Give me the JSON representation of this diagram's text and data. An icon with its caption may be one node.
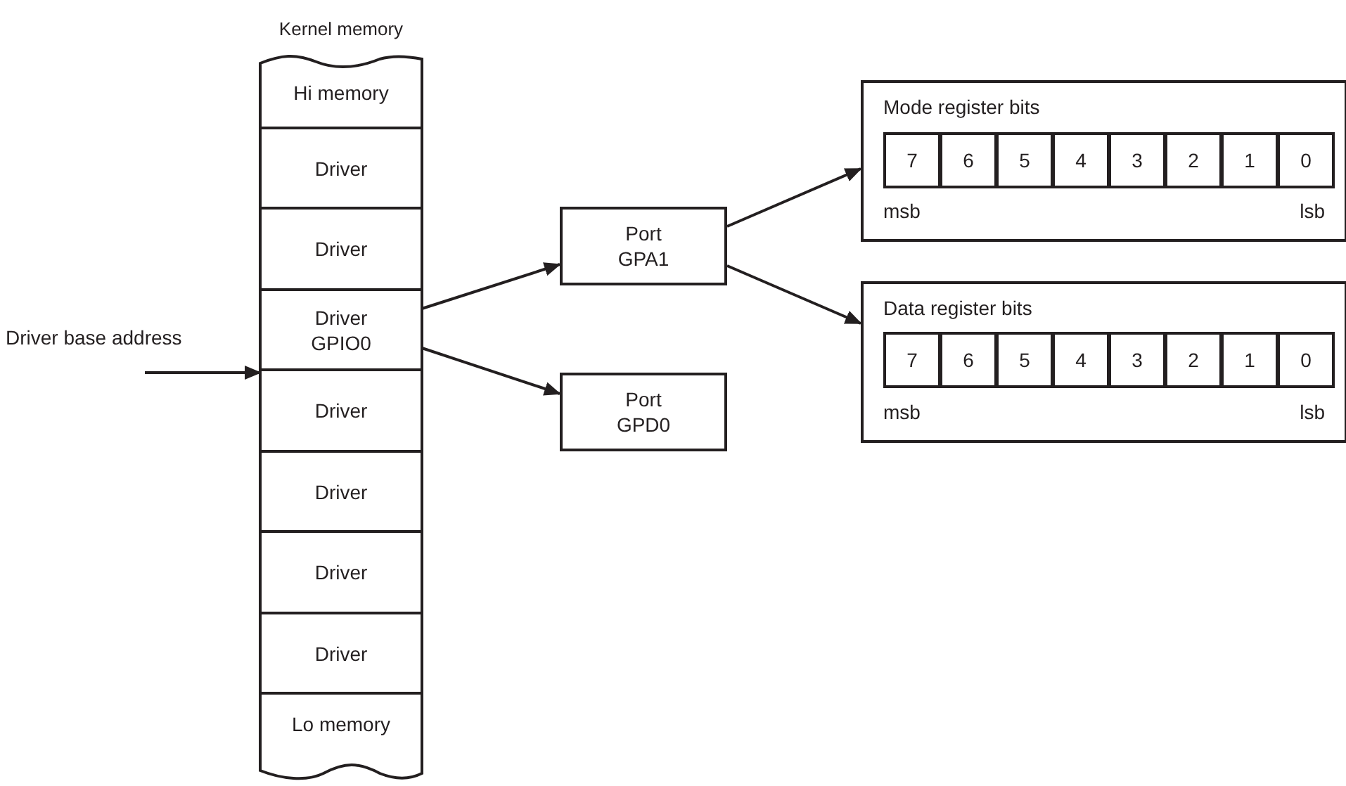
{
  "diagram": {
    "nodes": [
      {
        "text": [
          "Kernel memory"
        ]
      },
      {
        "text": [
          "Hi memory"
        ],
        "in": 0
      },
      {
        "text": [
          "Driver"
        ],
        "in": 0
      },
      {
        "text": [
          "Driver"
        ],
        "in": 0
      },
      {
        "text": [
          "Driver GPIO0"
        ],
        "in": 0
      },
      {
        "text": [
          "Driver"
        ],
        "in": 0
      },
      {
        "text": [
          "Driver"
        ],
        "in": 0
      },
      {
        "text": [
          "Driver"
        ],
        "in": 0
      },
      {
        "text": [
          "Driver"
        ],
        "in": 0
      },
      {
        "text": [
          "Lo memory"
        ],
        "in": 0
      },
      {
        "text": [
          "Driver base address"
        ]
      },
      {
        "text": [
          "Port GPA1"
        ]
      },
      {
        "text": [
          "Port GPD0"
        ]
      },
      {
        "text": [
          "Mode register bits",
          "msb",
          "lsb"
        ]
      },
      {
        "text": [
          "7"
        ],
        "in": 13
      },
      {
        "text": [
          "6"
        ],
        "in": 13
      },
      {
        "text": [
          "5"
        ],
        "in": 13
      },
      {
        "text": [
          "4"
        ],
        "in": 13
      },
      {
        "text": [
          "3"
        ],
        "in": 13
      },
      {
        "text": [
          "2"
        ],
        "in": 13
      },
      {
        "text": [
          "1"
        ],
        "in": 13
      },
      {
        "text": [
          "0"
        ],
        "in": 13
      },
      {
        "text": [
          "Data register bits",
          "msb",
          "lsb"
        ]
      },
      {
        "text": [
          "7"
        ],
        "in": 22
      },
      {
        "text": [
          "6"
        ],
        "in": 22
      },
      {
        "text": [
          "5"
        ],
        "in": 22
      },
      {
        "text": [
          "4"
        ],
        "in": 22
      },
      {
        "text": [
          "3"
        ],
        "in": 22
      },
      {
        "text": [
          "2"
        ],
        "in": 22
      },
      {
        "text": [
          "1"
        ],
        "in": 22
      },
      {
        "text": [
          "0"
        ],
        "in": 22
      }
    ],
    "edges": [
      {
        "from": 10,
        "to": 0,
        "arrow": "to"
      },
      {
        "from": 4,
        "to": 11,
        "arrow": "to"
      },
      {
        "from": 4,
        "to": 12,
        "arrow": "to"
      },
      {
        "from": 11,
        "to": 13,
        "arrow": "to"
      },
      {
        "from": 11,
        "to": 22,
        "arrow": "to"
      }
    ]
  }
}
